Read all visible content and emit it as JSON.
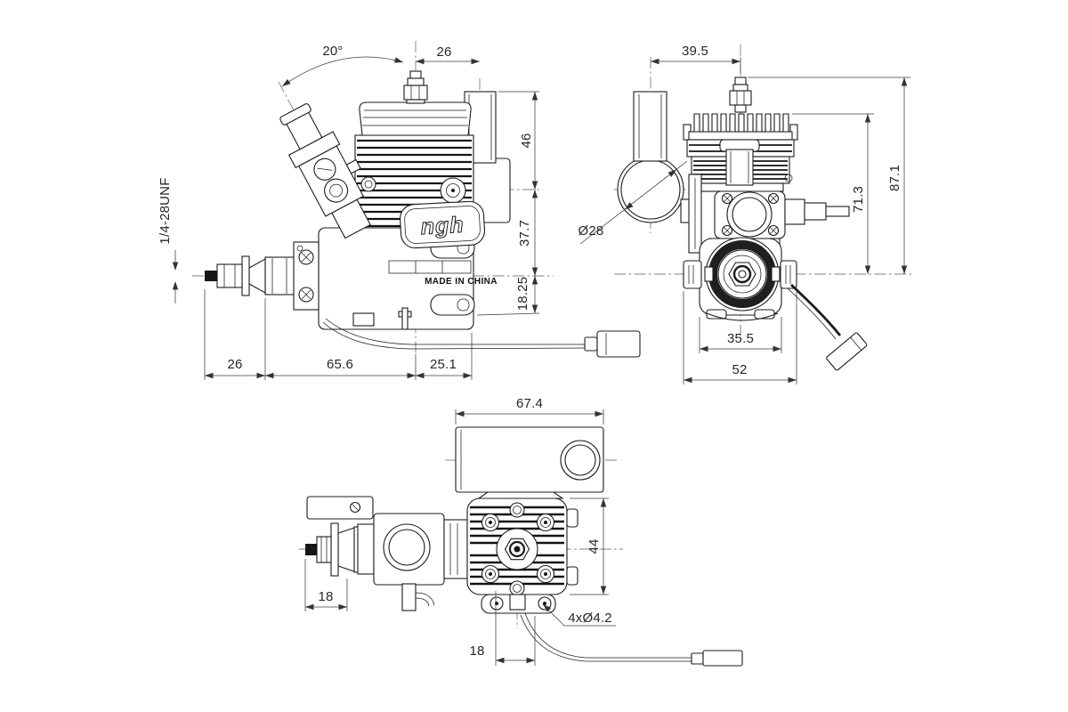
{
  "drawing": {
    "line_color": "#1c1c1c",
    "brand_logo": "ngh",
    "origin_label": "MADE IN CHINA",
    "side_view": {
      "dims": {
        "carb_angle": "20°",
        "plug_to_muffler": "26",
        "prop_shaft_thread": "1/4-28UNF",
        "muffler_top_to_exhaust": "46",
        "exhaust_to_crank": "37.7",
        "crank_to_mount": "18.25",
        "prop_hub_length": "26",
        "crankcase_length": "65.6",
        "rear_overhang": "25.1"
      }
    },
    "front_view": {
      "dims": {
        "muffler_offset": "39.5",
        "muffler_diameter": "Ø28",
        "fin_top_to_mount": "71.3",
        "overall_height": "87.1",
        "crankcase_width": "35.5",
        "mount_lug_span": "52"
      }
    },
    "top_view": {
      "dims": {
        "muffler_length": "67.4",
        "head_width": "44",
        "prop_hub_length": "18",
        "plug_offset": "18",
        "mount_holes": "4xØ4.2"
      }
    }
  }
}
